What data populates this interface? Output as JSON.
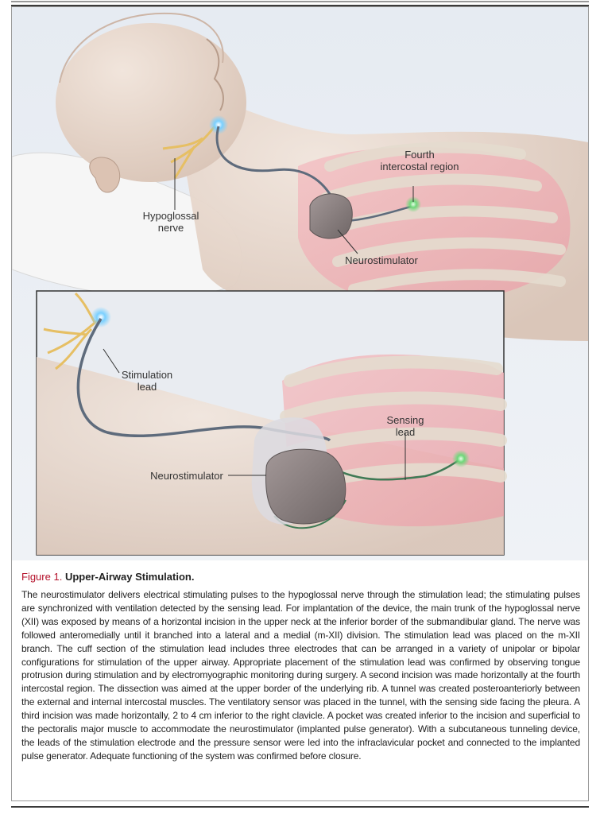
{
  "labels": {
    "fourth_line1": "Fourth",
    "fourth_line2": "intercostal region",
    "hypoglossal_line1": "Hypoglossal",
    "hypoglossal_line2": "nerve",
    "neurostimulator_top": "Neurostimulator",
    "stimulation_line1": "Stimulation",
    "stimulation_line2": "lead",
    "sensing_line1": "Sensing",
    "sensing_line2": "lead",
    "neurostimulator_inset": "Neurostimulator"
  },
  "caption": {
    "figure_number": "Figure 1.",
    "title": "Upper-Airway Stimulation.",
    "body": "The neurostimulator delivers electrical stimulating pulses to the hypoglossal nerve through the stimulation lead; the stimulating pulses are synchronized with ventilation detected by the sensing lead. For implantation of the device, the main trunk of the hypoglossal nerve (XII) was exposed by means of a horizontal incision in the upper neck at the inferior border of the submandibular gland. The nerve was followed anteromedially until it branched into a lateral and a medial (m-XII) division. The stimulation lead was placed on the m-XII branch. The cuff section of the stimulation lead includes three electrodes that can be arranged in a variety of unipolar or bipolar configurations for stimulation of the upper airway. Appropriate placement of the stimulation lead was confirmed by observing tongue protrusion during stimulation and by electromyographic monitoring during surgery. A second incision was made horizontally at the fourth intercostal region. The dissection was aimed at the upper border of the underlying rib. A tunnel was created posteroanteriorly between the external and internal intercostal muscles. The ventilatory sensor was placed in the tunnel, with the sensing side facing the pleura. A third incision was made horizontally, 2 to 4 cm inferior to the right clavicle. A pocket was created inferior to the incision and superficial to the pectoralis major muscle to accommodate the neurostimulator (implanted pulse generator). With a subcutaneous tunneling device, the leads of the stimulation electrode and the pressure sensor were led into the infraclavicular pocket and connected to the implanted pulse generator. Adequate functioning of the system was confirmed before closure."
  }
}
